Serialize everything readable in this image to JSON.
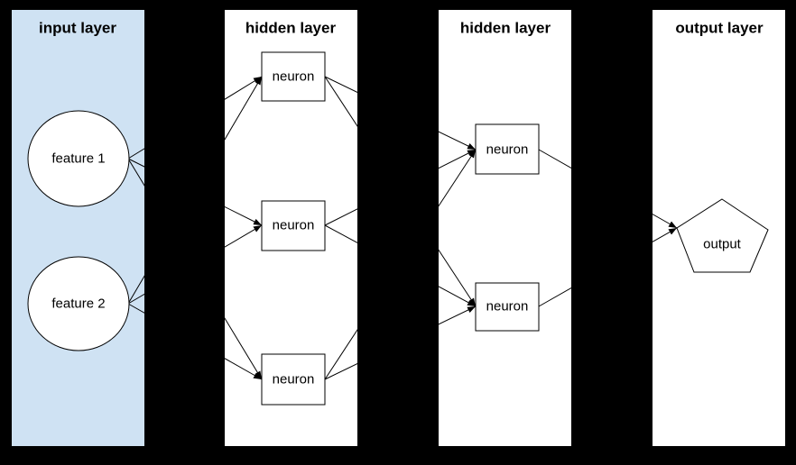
{
  "diagram": {
    "background_color": "#000000",
    "edge_color": "#000000",
    "node_fill_color": "#ffffff",
    "node_stroke_color": "#000000",
    "layers": [
      {
        "title": "input layer",
        "panel_color": "#cfe2f3",
        "nodes": [
          {
            "id": "feature-1",
            "label": "feature 1",
            "shape": "circle"
          },
          {
            "id": "feature-2",
            "label": "feature 2",
            "shape": "circle"
          }
        ]
      },
      {
        "title": "hidden layer",
        "panel_color": "#ffffff",
        "nodes": [
          {
            "id": "h1-neuron-1",
            "label": "neuron",
            "shape": "rectangle"
          },
          {
            "id": "h1-neuron-2",
            "label": "neuron",
            "shape": "rectangle"
          },
          {
            "id": "h1-neuron-3",
            "label": "neuron",
            "shape": "rectangle"
          }
        ]
      },
      {
        "title": "hidden layer",
        "panel_color": "#ffffff",
        "nodes": [
          {
            "id": "h2-neuron-1",
            "label": "neuron",
            "shape": "rectangle"
          },
          {
            "id": "h2-neuron-2",
            "label": "neuron",
            "shape": "rectangle"
          }
        ]
      },
      {
        "title": "output layer",
        "panel_color": "#ffffff",
        "nodes": [
          {
            "id": "output",
            "label": "output",
            "shape": "pentagon"
          }
        ]
      }
    ],
    "connections": [
      {
        "from": "feature-1",
        "to": "h1-neuron-1"
      },
      {
        "from": "feature-1",
        "to": "h1-neuron-2"
      },
      {
        "from": "feature-1",
        "to": "h1-neuron-3"
      },
      {
        "from": "feature-2",
        "to": "h1-neuron-1"
      },
      {
        "from": "feature-2",
        "to": "h1-neuron-2"
      },
      {
        "from": "feature-2",
        "to": "h1-neuron-3"
      },
      {
        "from": "h1-neuron-1",
        "to": "h2-neuron-1"
      },
      {
        "from": "h1-neuron-1",
        "to": "h2-neuron-2"
      },
      {
        "from": "h1-neuron-2",
        "to": "h2-neuron-1"
      },
      {
        "from": "h1-neuron-2",
        "to": "h2-neuron-2"
      },
      {
        "from": "h1-neuron-3",
        "to": "h2-neuron-1"
      },
      {
        "from": "h1-neuron-3",
        "to": "h2-neuron-2"
      },
      {
        "from": "h2-neuron-1",
        "to": "output"
      },
      {
        "from": "h2-neuron-2",
        "to": "output"
      }
    ]
  }
}
